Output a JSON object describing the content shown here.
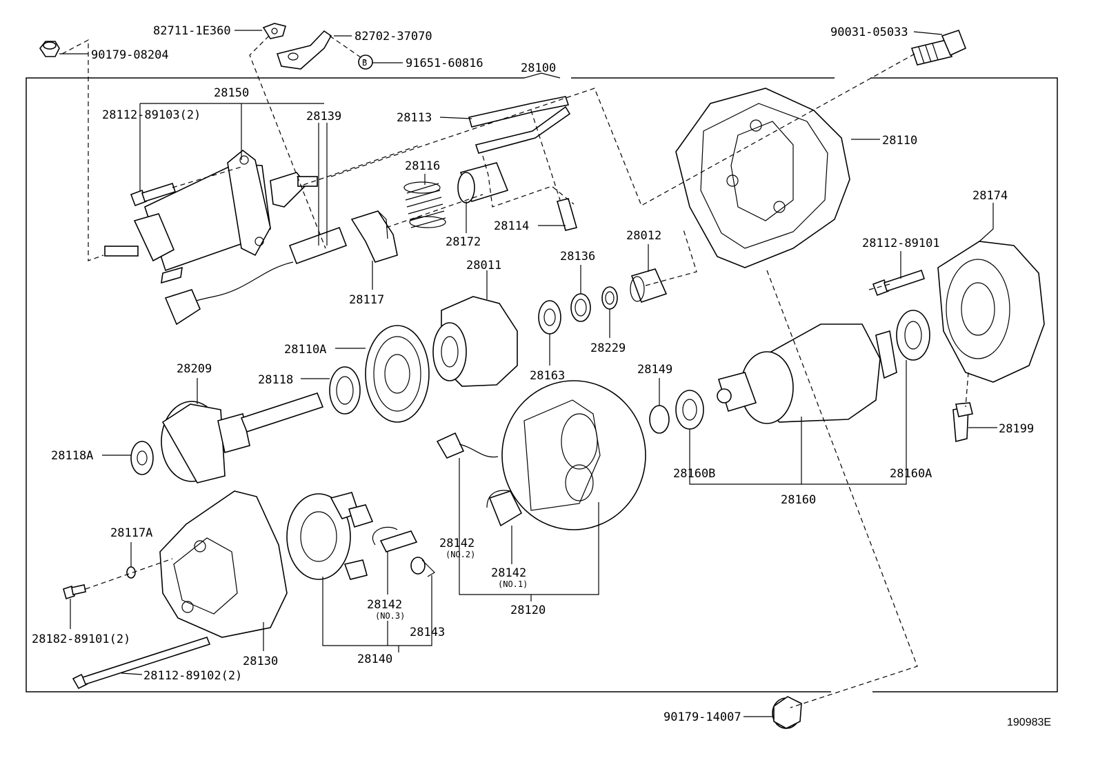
{
  "diagram": {
    "image_id": "190983E",
    "labels": {
      "p82711_1E360": "82711-1E360",
      "p82702_37070": "82702-37070",
      "p90179_08204": "90179-08204",
      "p91651_60816": "91651-60816",
      "b_marker": "B",
      "p90031_05033": "90031-05033",
      "p28100": "28100",
      "p28150": "28150",
      "p28112_89103": "28112-89103(2)",
      "p28139": "28139",
      "p28113": "28113",
      "p28116": "28116",
      "p28110": "28110",
      "p28114": "28114",
      "p28172": "28172",
      "p28117": "28117",
      "p28011": "28011",
      "p28136": "28136",
      "p28012": "28012",
      "p28174": "28174",
      "p28112_89101": "28112-89101",
      "p28110A": "28110A",
      "p28229": "28229",
      "p28209": "28209",
      "p28118": "28118",
      "p28163": "28163",
      "p28149": "28149",
      "p28118A": "28118A",
      "p28199": "28199",
      "p28160B": "28160B",
      "p28160A": "28160A",
      "p28160": "28160",
      "p28117A": "28117A",
      "p28142_no2": "28142",
      "no2": "(NO.2)",
      "p28142_no1": "28142",
      "no1": "(NO.1)",
      "p28142_no3": "28142",
      "no3": "(NO.3)",
      "p28120": "28120",
      "p28143": "28143",
      "p28182_89101": "28182-89101(2)",
      "p28130": "28130",
      "p28140": "28140",
      "p28112_89102": "28112-89102(2)",
      "p90179_14007": "90179-14007"
    }
  }
}
